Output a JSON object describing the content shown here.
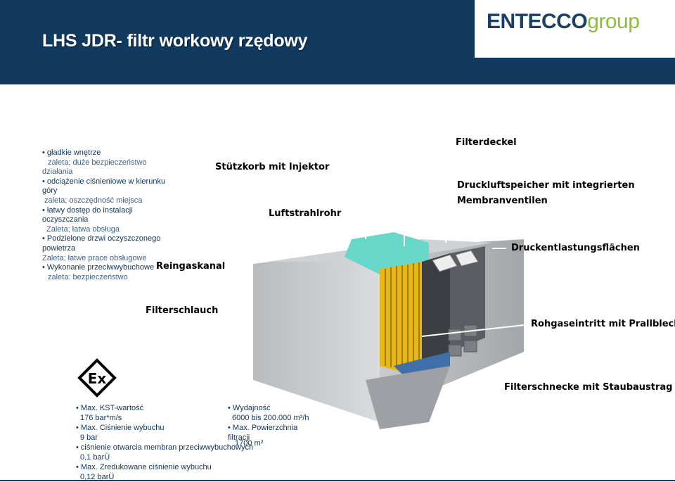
{
  "header": {
    "title": "LHS JDR- filtr workowy rzędowy"
  },
  "logo": {
    "part1": "ENTECCO",
    "part2": "group"
  },
  "features": [
    {
      "text": "gładkie wnętrze",
      "bullet": true,
      "sub": false
    },
    {
      "text": "zaleta; duże bezpieczeństwo",
      "bullet": false,
      "sub": true
    },
    {
      "text": "działania",
      "bullet": false,
      "sub": true
    },
    {
      "text": "odciążenie ciśnieniowe w kierunku",
      "bullet": true,
      "sub": false
    },
    {
      "text": "góry",
      "bullet": false,
      "sub": false
    },
    {
      "text": "zaleta; oszczędność miejsca",
      "bullet": false,
      "sub": true
    },
    {
      "text": "łatwy dostęp do instalacji",
      "bullet": true,
      "sub": false
    },
    {
      "text": "oczyszczania",
      "bullet": false,
      "sub": false
    },
    {
      "text": "Zaleta; łatwa obsługa",
      "bullet": false,
      "sub": true
    },
    {
      "text": "Podzielone drzwi oczyszczonego",
      "bullet": true,
      "sub": false
    },
    {
      "text": "powietrza",
      "bullet": false,
      "sub": false
    },
    {
      "text": "Zaleta; łatwe prace obsługowe",
      "bullet": false,
      "sub": true
    },
    {
      "text": "Wykonanie przeciwwybuchowe",
      "bullet": true,
      "sub": false
    },
    {
      "text": "zaleta: bezpieczeństwo",
      "bullet": false,
      "sub": true
    }
  ],
  "diagram_labels": {
    "filterdeckel": "Filterdeckel",
    "stuetzkorb": "Stützkorb mit Injektor",
    "druckluftspeicher": "Druckluftspeicher mit integrierten",
    "membranventilen": "Membranventilen",
    "luftstrahlrohr": "Luftstrahlrohr",
    "druckentlastung": "Druckentlastungsflächen",
    "reingaskanal": "Reingaskanal",
    "filterschlauch": "Filterschlauch",
    "rohgaseintritt": "Rohgaseintritt mit Prallblech",
    "filterschnecke": "Filterschnecke mit Staubaustrag"
  },
  "ex_symbol": "Ex",
  "specs_left": [
    {
      "label": "Max. KST-wartość",
      "value": "176 bar*m/s"
    },
    {
      "label": "Max. Ciśnienie wybuchu",
      "value": "9 bar"
    },
    {
      "label": "ciśnienie otwarcia membran przeciwwybuchowych",
      "value": "0,1 barÜ"
    },
    {
      "label": "Max. Zredukowane ciśnienie wybuchu",
      "value": "0,12 barÜ"
    }
  ],
  "specs_right": [
    {
      "label": "Wydajność",
      "value": "6000 bis 200.000 m³/h"
    },
    {
      "label": "Max. Powierzchnia",
      "value": "filtracji"
    },
    {
      "label": "",
      "value": "1700 m²"
    }
  ],
  "colors": {
    "header": "#123a5f",
    "text_blue": "#0f3458",
    "logo_green": "#8bbf3a",
    "filter_yellow": "#e8b814"
  }
}
